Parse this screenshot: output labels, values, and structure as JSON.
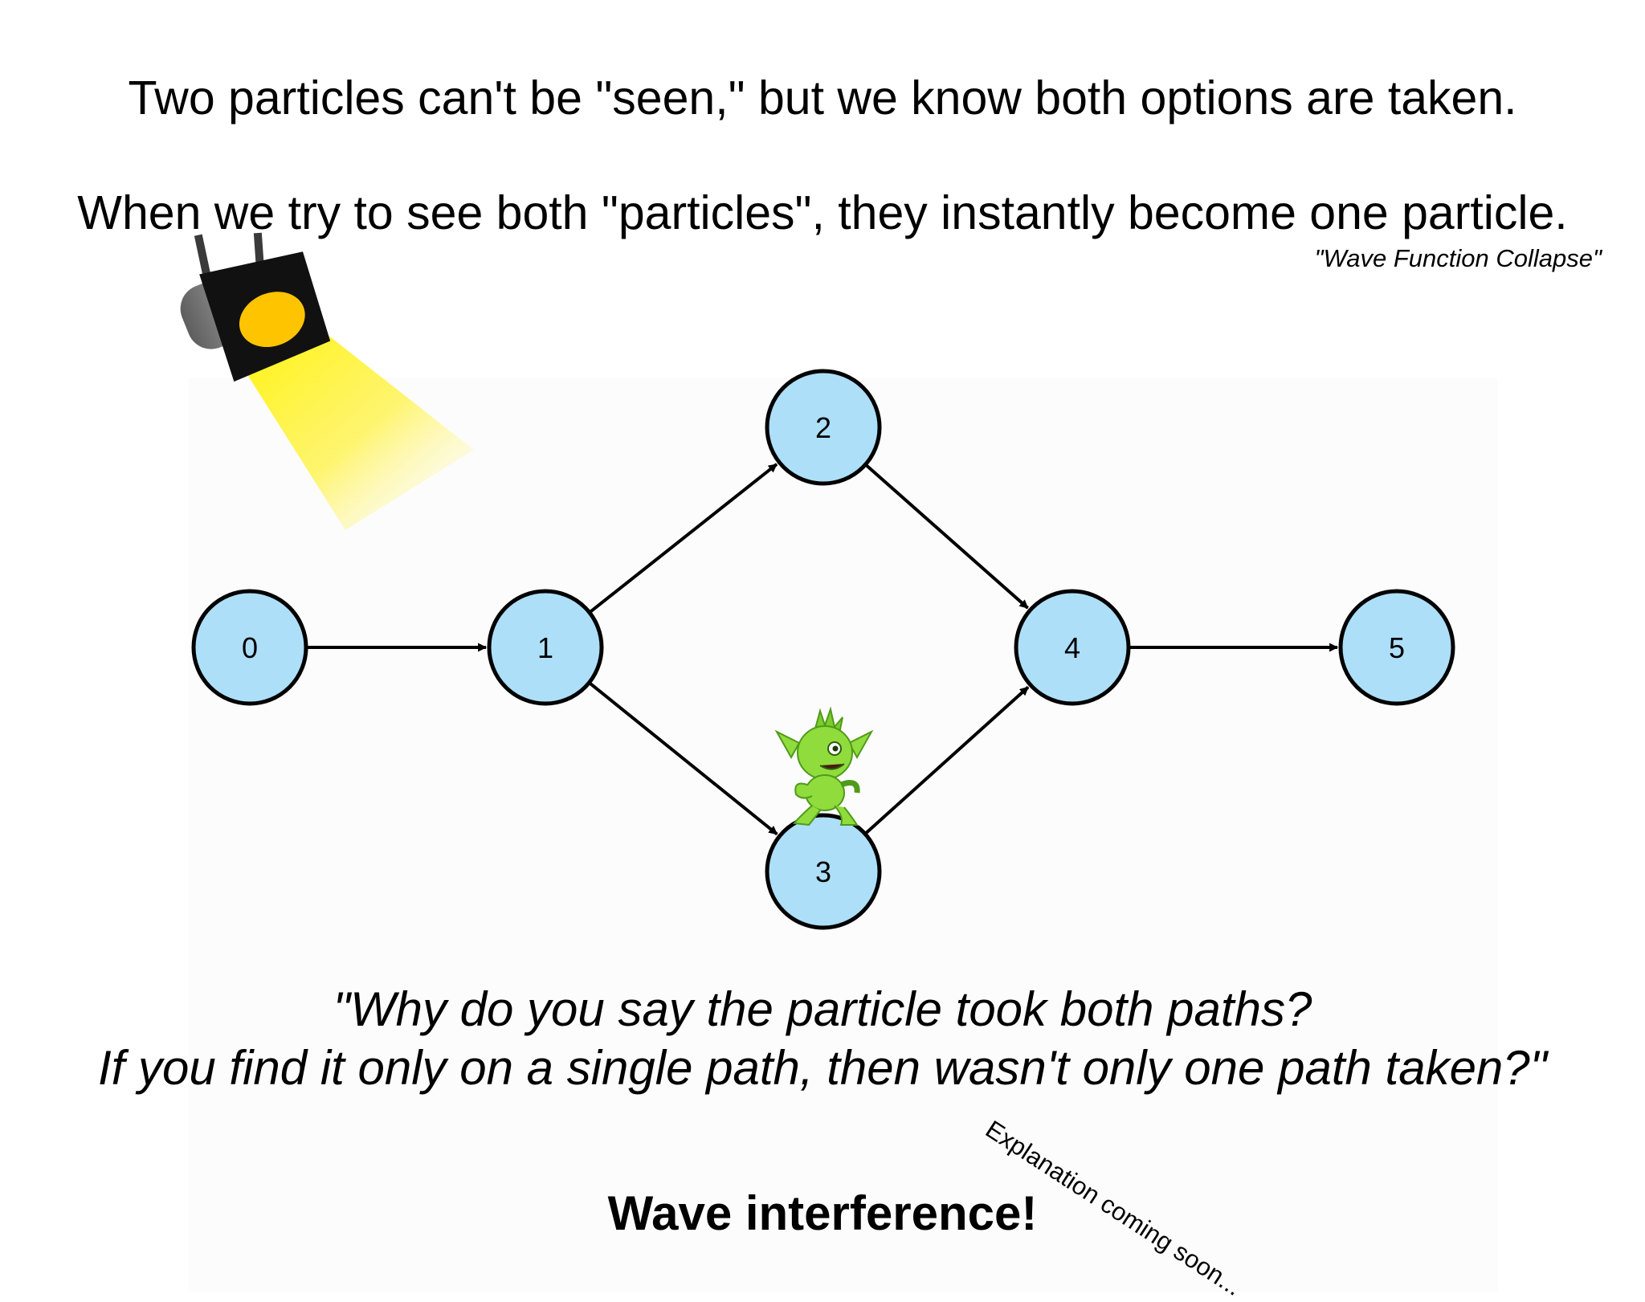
{
  "headline": {
    "line1": "Two particles can't be \"seen,\" but we know both options are taken.",
    "line2": "When we try to see both \"particles\", they instantly become one particle.",
    "caption": "\"Wave Function Collapse\""
  },
  "graph": {
    "nodes": [
      {
        "id": "0",
        "label": "0"
      },
      {
        "id": "1",
        "label": "1"
      },
      {
        "id": "2",
        "label": "2"
      },
      {
        "id": "3",
        "label": "3"
      },
      {
        "id": "4",
        "label": "4"
      },
      {
        "id": "5",
        "label": "5"
      }
    ],
    "edges": [
      {
        "from": "0",
        "to": "1"
      },
      {
        "from": "1",
        "to": "2"
      },
      {
        "from": "1",
        "to": "3"
      },
      {
        "from": "2",
        "to": "4"
      },
      {
        "from": "3",
        "to": "4"
      },
      {
        "from": "4",
        "to": "5"
      }
    ],
    "node_fill": "#addff9",
    "node_stroke": "#000000",
    "edge_color": "#000000"
  },
  "question": {
    "line1": "\"Why do you say the particle took both paths?",
    "line2": "If you find it only on a single path, then wasn't only one path taken?\""
  },
  "answer": "Wave interference!",
  "note": "Explanation coming soon...",
  "colors": {
    "spotlight_beam": "#fff200",
    "spotlight_lens": "#ffc400",
    "goblin": "#8fdc3c"
  },
  "icons": {
    "spotlight": "spotlight-icon",
    "goblin": "goblin-icon"
  }
}
